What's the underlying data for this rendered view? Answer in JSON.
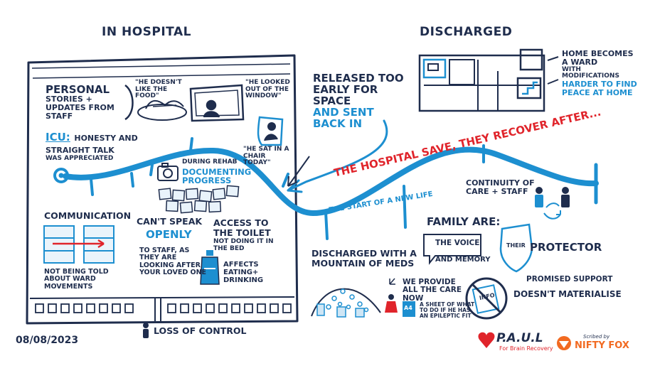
{
  "headings": {
    "in_hospital": "IN HOSPITAL",
    "discharged": "DISCHARGED"
  },
  "hospital": {
    "personal_title": "PERSONAL",
    "personal_sub": "STORIES + UPDATES FROM STAFF",
    "quote_food": "\"HE DOESN'T LIKE THE FOOD\"",
    "quote_window": "\"HE LOOKED OUT OF THE WINDOW\"",
    "quote_chair": "\"HE SAT IN A CHAIR TODAY\"",
    "icu_label": "ICU:",
    "icu_text": "HONESTY AND STRAIGHT TALK",
    "icu_small": "WAS APPRECIATED",
    "rehab_small": "DURING REHAB",
    "rehab_main": "DOCUMENTING PROGRESS",
    "communication": "COMMUNICATION",
    "ward_moves": "NOT BEING TOLD ABOUT WARD MOVEMENTS",
    "cant_speak": "CAN'T SPEAK",
    "openly": "OPENLY",
    "cant_speak_sub": "TO STAFF, AS THEY ARE LOOKING AFTER YOUR LOVED ONE",
    "toilet_title": "ACCESS TO THE TOILET",
    "toilet_sub": "NOT DOING IT IN THE BED",
    "affects": "AFFECTS EATING+ DRINKING",
    "loss_control": "LOSS OF CONTROL"
  },
  "middle": {
    "released": "RELEASED TOO EARLY FOR SPACE",
    "sent_back": "AND SENT BACK IN",
    "main_banner": "THE HOSPITAL SAVE, THEY RECOVER AFTER...",
    "new_life": "THE START OF A NEW LIFE"
  },
  "discharged": {
    "home_ward": "HOME BECOMES A WARD",
    "with_mods": "WITH MODIFICATIONS",
    "harder_peace": "HARDER TO FIND PEACE AT HOME",
    "continuity": "CONTINUITY OF CARE + STAFF",
    "family_are": "FAMILY ARE:",
    "voice": "THE VOICE",
    "memory": "AND MEMORY",
    "their": "THEIR",
    "protector": "PROTECTOR",
    "meds": "DISCHARGED WITH A MOUNTAIN OF MEDS",
    "provide": "WE PROVIDE ALL THE CARE NOW",
    "a4_label": "A4",
    "sheet": "A SHEET OF WHAT TO DO IF HE HAS AN EPILEPTIC FIT",
    "info": "INFO",
    "promised": "PROMISED SUPPORT",
    "not_materialise": "DOESN'T MATERIALISE"
  },
  "footer": {
    "date": "08/08/2023",
    "paul_logo": "P.A.U.L",
    "paul_tag": "For Brain Recovery",
    "scribed_by": "Scribed by",
    "nifty_fox": "NIFTY FOX"
  },
  "colors": {
    "navy": "#1f2d4d",
    "blue": "#1d8fd0",
    "red": "#e0242b",
    "orange": "#f26a21",
    "light_blue": "#cfe6f5"
  }
}
